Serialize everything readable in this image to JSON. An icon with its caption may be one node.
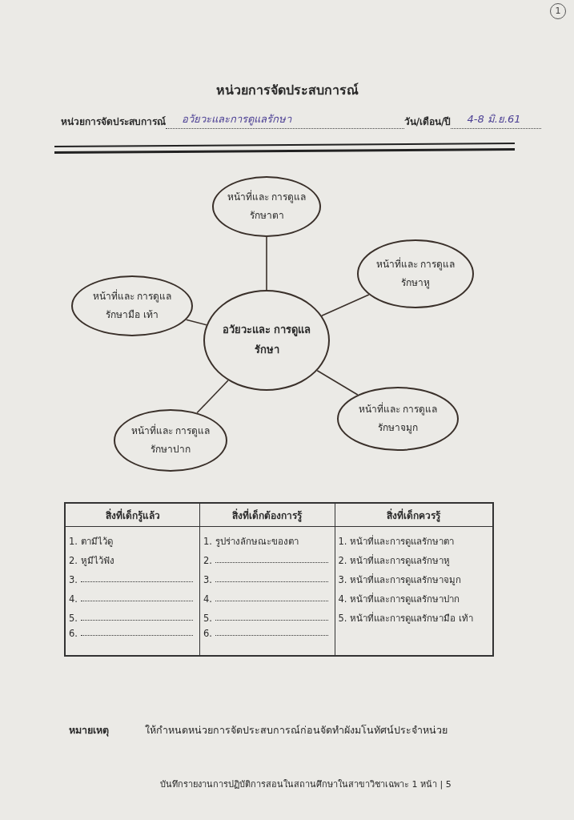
{
  "diagram": {
    "title": "หน่วยการจัดประสบการณ์",
    "nodes": [
      {
        "text": [
          "หน้าที่และ การดูแลรักษาตา"
        ]
      },
      {
        "text": [
          "หน้าที่และ การดูแลรักษาหู"
        ]
      },
      {
        "text": [
          "หน้าที่และ การดูแลรักษามือ เท้า"
        ]
      },
      {
        "text": [
          "อวัยวะและ การดูแลรักษา"
        ]
      },
      {
        "text": [
          "หน้าที่และ การดูแลรักษาจมูก"
        ]
      },
      {
        "text": [
          "หน้าที่และ การดูแลรักษาปาก"
        ]
      }
    ],
    "edges": [
      {
        "from": 3,
        "to": 0,
        "arrow": "none"
      },
      {
        "from": 3,
        "to": 1,
        "arrow": "none"
      },
      {
        "from": 3,
        "to": 2,
        "arrow": "none"
      },
      {
        "from": 3,
        "to": 4,
        "arrow": "none"
      },
      {
        "from": 3,
        "to": 5,
        "arrow": "none"
      }
    ],
    "labels": [
      "1",
      "หน่วยการจัดประสบการณ์",
      "อวัยวะและการดูแลรักษา",
      "วัน/เดือน/ปี",
      "4-8 มิ.ย.61",
      "สิ่งที่เด็กรู้แล้ว",
      "สิ่งที่เด็กต้องการรู้",
      "สิ่งที่เด็กควรรู้",
      "1. ตามีไว้ดู",
      "1. รูปร่างลักษณะของตา",
      "1. หน้าที่และการดูแลรักษาตา",
      "2. หูมีไว้ฟัง",
      "2.",
      "2. หน้าที่และการดูแลรักษาหู",
      "3.",
      "3.",
      "3. หน้าที่และการดูแลรักษาจมูก",
      "4.",
      "4.",
      "4. หน้าที่และการดูแลรักษาปาก",
      "5.",
      "5.",
      "5. หน้าที่และการดูแลรักษามือ เท้า",
      "6.",
      "6.",
      "หมายเหตุ",
      "ให้กำหนดหน่วยการจัดประสบการณ์ก่อนจัดทำผังมโนทัศน์ประจำหน่วย",
      "บันทึกรายงานการปฏิบัติการสอนในสถานศึกษาในสาขาวิชาเฉพาะ 1 หน้า | 5"
    ]
  }
}
